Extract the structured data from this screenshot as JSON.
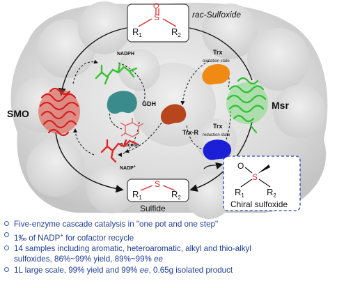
{
  "colors": {
    "bullet_text": "#1f3d99",
    "smo": "#d21f1f",
    "msr": "#2fbf2f",
    "gdh": "#3a8c8c",
    "trx_r": "#b8461d",
    "trx_oxidized": "#f08a12",
    "trx_reduced": "#1b1fd6",
    "nadph": "#35c235",
    "nadp_plus": "#e0282a",
    "glucose": "#e06a6a"
  },
  "diagram": {
    "rac_sulfoxide": {
      "label": "rac-Sulfoxide",
      "r1": "R",
      "r1_sub": "1",
      "s": "S",
      "o": "O",
      "r2": "R",
      "r2_sub": "2"
    },
    "sulfide": {
      "label": "Sulfide",
      "r1": "R",
      "r1_sub": "1",
      "s": "S",
      "r2": "R",
      "r2_sub": "2"
    },
    "chiral": {
      "label": "Chiral sulfoxide",
      "o": "O",
      "s": "S",
      "r1": "R",
      "r1_sub": "1",
      "r2": "R",
      "r2_sub": "2"
    },
    "smo_label": "SMO",
    "msr_label": "Msr",
    "gdh_label": "GDH",
    "trx_r_label": "Trx-R",
    "trx_ox": {
      "label": "Trx",
      "state": "oxidation state"
    },
    "trx_red": {
      "label": "Trx",
      "state": "reduction state"
    },
    "nadph_label": "NADPH",
    "nadp_label": "NADP",
    "nadp_sup": "+",
    "glucose_label": "Glucose"
  },
  "bullets": [
    {
      "text": "Five-enzyme cascade catalysis in \"one pot and one step\""
    },
    {
      "pre": "1‰ of NADP",
      "sup": "+",
      "post": " for cofactor recycle"
    },
    {
      "text": "14 samples including aromatic, heteroaromatic, alkyl and thio-alkyl",
      "cont_pre": "sulfoxides, 86%~99% yield, 89%~99% ",
      "cont_em": "ee"
    },
    {
      "pre": "1L large scale, 99% yield and 99% ",
      "em": "ee",
      "post": ", 0.65g isolated product"
    }
  ]
}
